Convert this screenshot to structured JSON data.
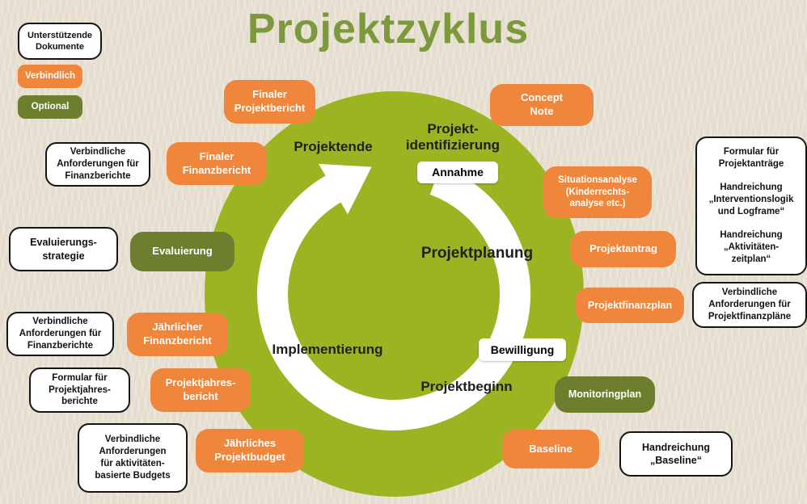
{
  "title": "Projektzyklus",
  "legend": {
    "supporting": "Unterstützende\nDokumente",
    "mandatory": "Verbindlich",
    "optional": "Optional"
  },
  "phases": {
    "ende": "Projektende",
    "identifizierung": "Projekt-\nidentifizierung",
    "planung": "Projektplanung",
    "implementierung": "Implementierung",
    "beginn": "Projektbeginn"
  },
  "milestones": {
    "annahme": "Annahme",
    "bewilligung": "Bewilligung"
  },
  "mandatory_items": {
    "finaler_projektbericht": "Finaler\nProjektbericht",
    "concept_note": "Concept\nNote",
    "finaler_finanzbericht": "Finaler\nFinanzbericht",
    "situationsanalyse": "Situationsanalyse\n(Kinderrechts-\nanalyse etc.)",
    "projektantrag": "Projektantrag",
    "projektfinanzplan": "Projektfinanzplan",
    "jaehrlicher_finanzbericht": "Jährlicher\nFinanzbericht",
    "projektjahresbericht": "Projektjahres-\nbericht",
    "jaehrliches_projektbudget": "Jährliches\nProjektbudget",
    "baseline": "Baseline"
  },
  "optional_items": {
    "evaluierung": "Evaluierung",
    "monitoringplan": "Monitoringplan"
  },
  "documents": {
    "anforderungen_finanzberichte_oben": "Verbindliche\nAnforderungen für\nFinanzberichte",
    "evaluierungsstrategie": "Evaluierungs-\nstrategie",
    "anforderungen_finanzberichte_links": "Verbindliche\nAnforderungen für\nFinanzberichte",
    "formular_projektjahresberichte": "Formular für\nProjektjahres-\nberichte",
    "anforderungen_budgets": "Verbindliche\nAnforderungen\nfür aktivitäten-\nbasierte Budgets",
    "formular_projektantraege": "Formular für\nProjektanträge",
    "handreichung_interventionslogik": "Handreichung\n„Interventionslogik\nund Logframe“",
    "handreichung_zeitplan": "Handreichung\n„Aktivitäten-\nzeitplan“",
    "anforderungen_projektfinanzplaene": "Verbindliche\nAnforderungen für\nProjektfinanzpläne",
    "handreichung_baseline": "Handreichung\n„Baseline“"
  },
  "colors": {
    "mandatory_orange": "#f0863b",
    "optional_green": "#6d7e2f",
    "circle_green": "#9cb422",
    "title_green": "#7c9a3c",
    "background": "#e8e1d3"
  }
}
